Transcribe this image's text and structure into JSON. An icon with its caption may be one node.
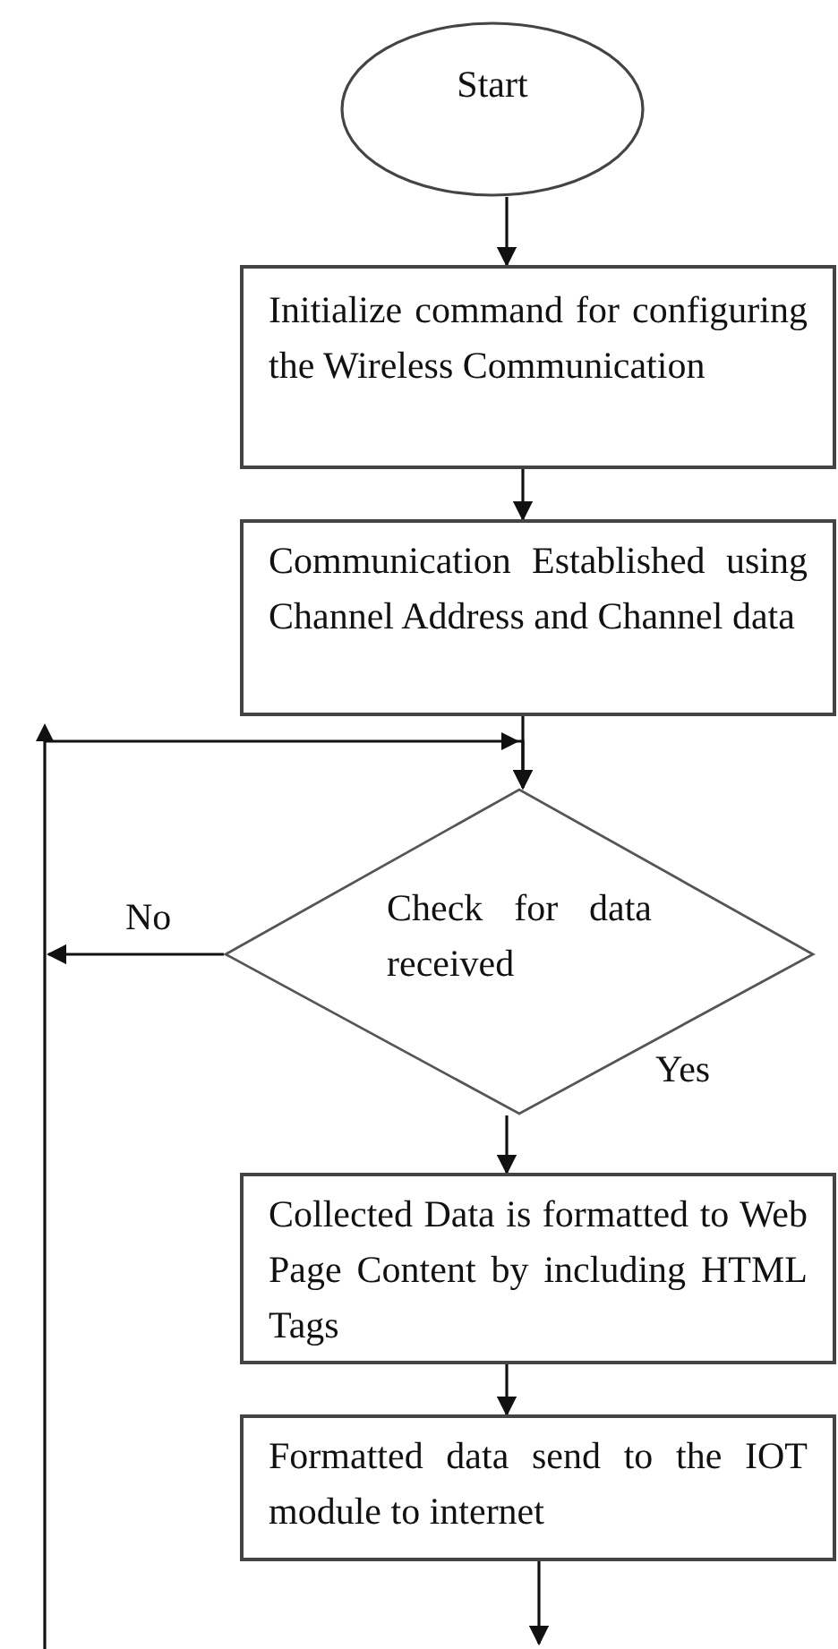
{
  "diagram": {
    "nodes": [
      {
        "text": [
          "Start"
        ]
      },
      {
        "text": [
          "Initialize command for configuring the Wireless Communication"
        ]
      },
      {
        "text": [
          "Communication Established using Channel Address and Channel data"
        ]
      },
      {
        "text": [
          "Check for data received"
        ]
      },
      {
        "text": [
          "Collected Data is formatted to Web Page Content by including HTML Tags"
        ]
      },
      {
        "text": [
          "Formatted data send to the IOT module to internet"
        ]
      }
    ],
    "edges": [
      {
        "from": 0,
        "to": 1,
        "arrow": "to"
      },
      {
        "from": 1,
        "to": 2,
        "arrow": "to"
      },
      {
        "from": 2,
        "to": 3,
        "arrow": "to"
      },
      {
        "from": 3,
        "to": null,
        "arrow": "to",
        "label": "No"
      },
      {
        "from": 3,
        "to": 4,
        "arrow": "to",
        "label": "Yes"
      },
      {
        "from": 4,
        "to": 5,
        "arrow": "to"
      },
      {
        "from": 5,
        "to": null,
        "arrow": "to"
      },
      {
        "from": null,
        "to": 3,
        "arrow": "to"
      }
    ]
  }
}
